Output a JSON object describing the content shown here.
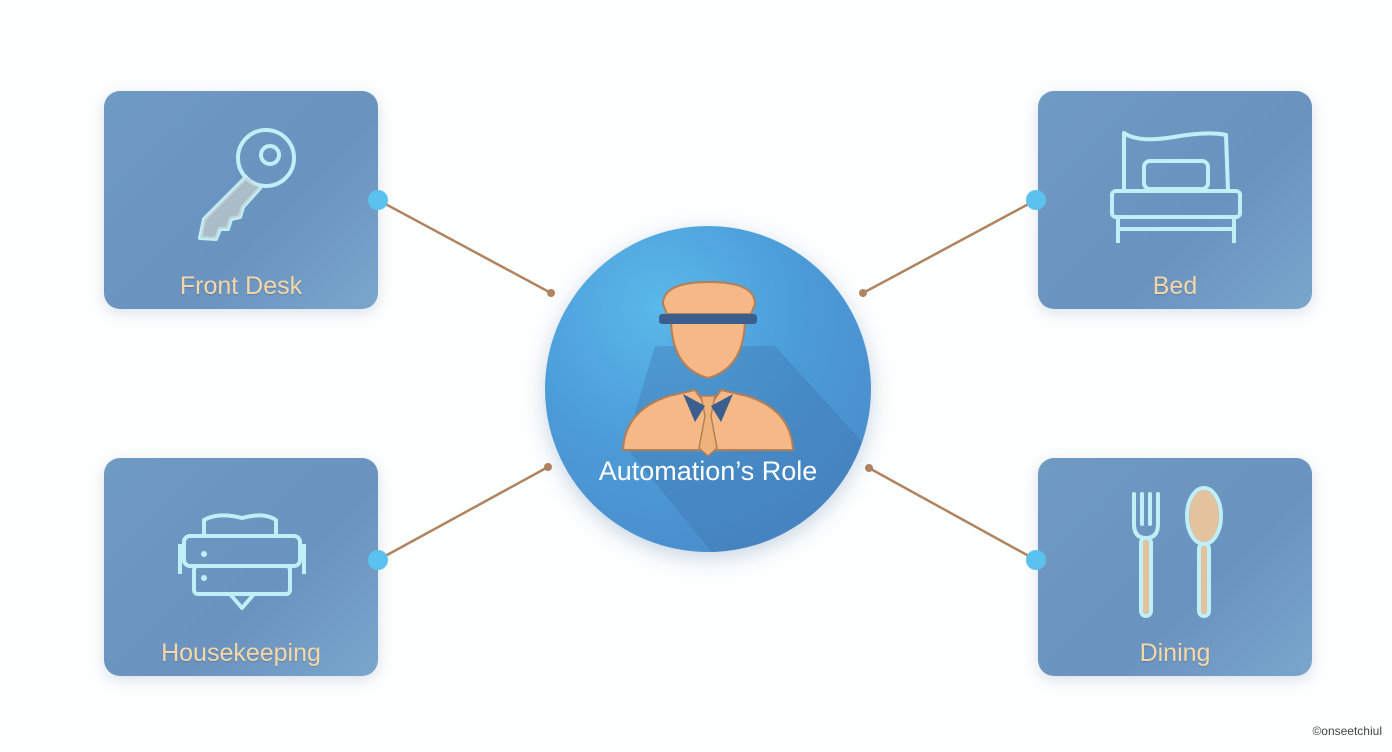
{
  "hub": {
    "label": "Automation’s Role",
    "icon": "bellhop-icon"
  },
  "nodes": {
    "front_desk": {
      "label": "Front Desk",
      "icon": "key-icon"
    },
    "bed": {
      "label": "Bed",
      "icon": "bed-icon"
    },
    "housekeeping": {
      "label": "Housekeeping",
      "icon": "housekeeping-cart-icon"
    },
    "dining": {
      "label": "Dining",
      "icon": "fork-spoon-icon"
    }
  },
  "watermark": "©onseetchiul",
  "colors": {
    "card": "#6f9ac2",
    "hub": "#4b9bd7",
    "label": "#f6d8a8",
    "connector": "#b08460",
    "connector_dot": "#5bc2ef",
    "icon_stroke": "#bff0f7",
    "figure": "#f4b987"
  }
}
